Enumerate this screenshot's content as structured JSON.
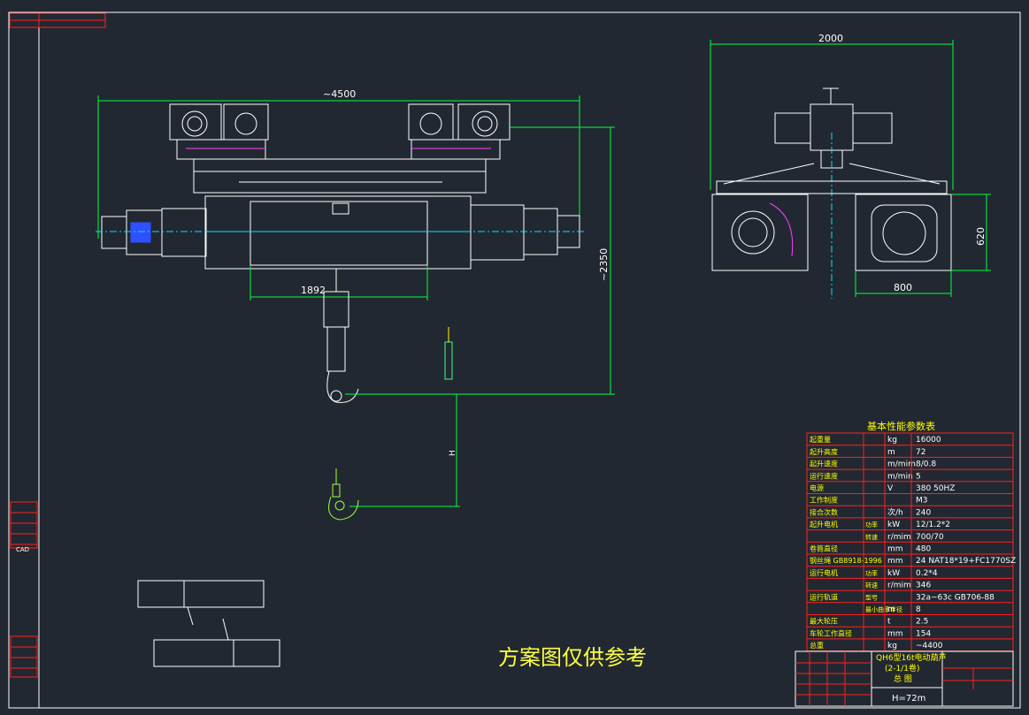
{
  "drawing": {
    "dimensions": {
      "overall_length": "~4500",
      "overall_height": "~2350",
      "wheel_span": "1892",
      "end_width": "2000",
      "end_height": "620",
      "end_depth": "800",
      "lift_height_symbol": "H"
    },
    "watermark": "方案图仅供参考"
  },
  "params_table": {
    "title": "基本性能参数表",
    "rows": [
      {
        "label": "起重量",
        "unit": "kg",
        "value": "16000"
      },
      {
        "label": "起升高度",
        "unit": "m",
        "value": "72"
      },
      {
        "label": "起升速度",
        "unit": "m/mim",
        "value": "8/0.8"
      },
      {
        "label": "运行速度",
        "unit": "m/min",
        "value": "5"
      },
      {
        "label": "电源",
        "unit": "V",
        "value": "380    50HZ"
      },
      {
        "label": "工作制度",
        "unit": "",
        "value": "M3"
      },
      {
        "label": "接合次数",
        "unit": "次/h",
        "value": "240"
      },
      {
        "label": "起升电机",
        "sub": "功率",
        "unit": "kW",
        "value": "12/1.2*2"
      },
      {
        "label": "",
        "sub": "转速",
        "unit": "r/mim",
        "value": "700/70"
      },
      {
        "label": "卷筒直径",
        "unit": "mm",
        "value": "480"
      },
      {
        "label": "钢丝绳  GB8918-1996",
        "unit": "mm",
        "value": "24  NAT18*19+FC1770SZ"
      },
      {
        "label": "运行电机",
        "sub": "功率",
        "unit": "kW",
        "value": "0.2*4"
      },
      {
        "label": "",
        "sub": "转速",
        "unit": "r/mim",
        "value": "346"
      },
      {
        "label": "运行轨道",
        "sub": "型号",
        "unit": "",
        "value": "32a~63c        GB706-88"
      },
      {
        "label": "",
        "sub": "最小曲率半径",
        "unit": "m",
        "value": "8"
      },
      {
        "label": "最大轮压",
        "unit": "t",
        "value": "2.5"
      },
      {
        "label": "车轮工作直径",
        "unit": "mm",
        "value": "154"
      },
      {
        "label": "总重",
        "unit": "kg",
        "value": "~4400"
      }
    ]
  },
  "title_block": {
    "name_line1": "QH6型16t电动葫芦",
    "name_line2": "(2-1/1卷)",
    "name_line3": "总  图",
    "lift_note": "H=72m"
  },
  "margin_labels": [
    "CAD"
  ],
  "colors": {
    "background": "#222831",
    "linework": "#ffffff",
    "table": "#ff2020",
    "center": "#00e0ff",
    "dim_line": "#00ff40",
    "title": "#ffff00",
    "magenta": "#ff40ff",
    "blue": "#3050ff",
    "hook": "#ffff40"
  }
}
